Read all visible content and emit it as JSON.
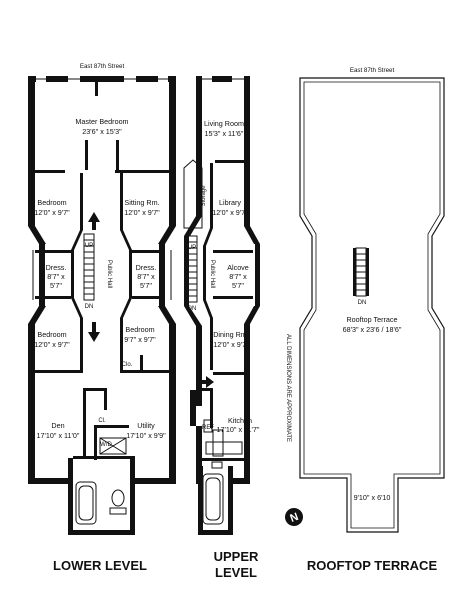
{
  "street": {
    "lower": "East 87th Street",
    "rooftop": "East 87th Street"
  },
  "lower": {
    "master_bedroom": {
      "name": "Master Bedroom",
      "dims": "23'6\" x 15'3\""
    },
    "bedroom_nw": {
      "name": "Bedroom",
      "dims": "12'0\" x 9'7\""
    },
    "sitting": {
      "name": "Sitting Rm.",
      "dims": "12'0\" x 9'7\""
    },
    "dress_left": {
      "name": "Dress.",
      "dims1": "8'7\" x",
      "dims2": "5'7\""
    },
    "dress_right": {
      "name": "Dress.",
      "dims1": "8'7\" x",
      "dims2": "5'7\""
    },
    "public_hall": "Public Hall",
    "up": "UP",
    "dn": "DN",
    "bedroom_sw": {
      "name": "Bedroom",
      "dims": "12'0\" x 9'7\""
    },
    "bedroom_se": {
      "name": "Bedroom",
      "dims": "9'7\" x 9'7\""
    },
    "clo": "Clo.",
    "den": {
      "name": "Den",
      "dims": "17'10\" x 11'0\""
    },
    "cl": "Cl.",
    "wd": "W/D",
    "utility": {
      "name": "Utility",
      "dims": "17'10\" x 9'9\""
    },
    "level_label": "LOWER LEVEL"
  },
  "upper": {
    "living": {
      "name": "Living Room",
      "dims": "15'3\" x 11'6\""
    },
    "storage": "Storage",
    "library": {
      "name": "Library",
      "dims": "12'0\" x 9'7\""
    },
    "up": "UP",
    "dn": "DN",
    "public_hall": "Public Hall",
    "alcove": {
      "name": "Alcove",
      "dims1": "8'7\" x",
      "dims2": "5'7\""
    },
    "dining": {
      "name": "Dining Rm.",
      "dims": "12'0\" x 9'7\""
    },
    "all_dims": "ALL DIMENSIONS ARE APPROXIMATE",
    "kitchen": {
      "name": "Kitchen",
      "dims": "17'10\" x 11'7\""
    },
    "ref": "REF",
    "level_label1": "UPPER",
    "level_label2": "LEVEL"
  },
  "rooftop": {
    "dn": "DN",
    "terrace": {
      "name": "Rooftop Terrace",
      "dims": "68'3\" x 23'6 / 18'6\""
    },
    "small_dims": "9'10\" x 6'10",
    "level_label": "ROOFTOP TERRACE"
  },
  "compass_letter": "N"
}
